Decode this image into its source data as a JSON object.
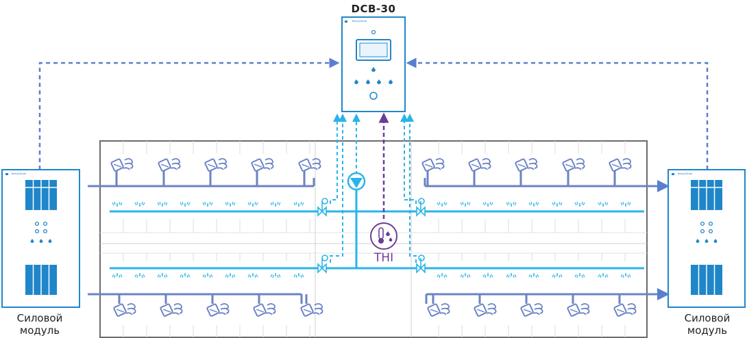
{
  "controller": {
    "name": "DCB-30",
    "brand": "BerryClimat"
  },
  "power_modules": [
    {
      "label_line1": "Силовой",
      "label_line2": "модуль",
      "brand": "BerryClimat"
    },
    {
      "label_line1": "Силовой",
      "label_line2": "модуль",
      "brand": "BerryClimat"
    }
  ],
  "sensor": {
    "label": "THI"
  },
  "colors": {
    "grid_gray": "#6b6b6b",
    "fan_line": "#6b82c4",
    "water_line": "#29b4e8",
    "dashed_signal": "#5b7fcf",
    "sensor_purple": "#6a3d9a",
    "module_border": "#1f86c9"
  }
}
